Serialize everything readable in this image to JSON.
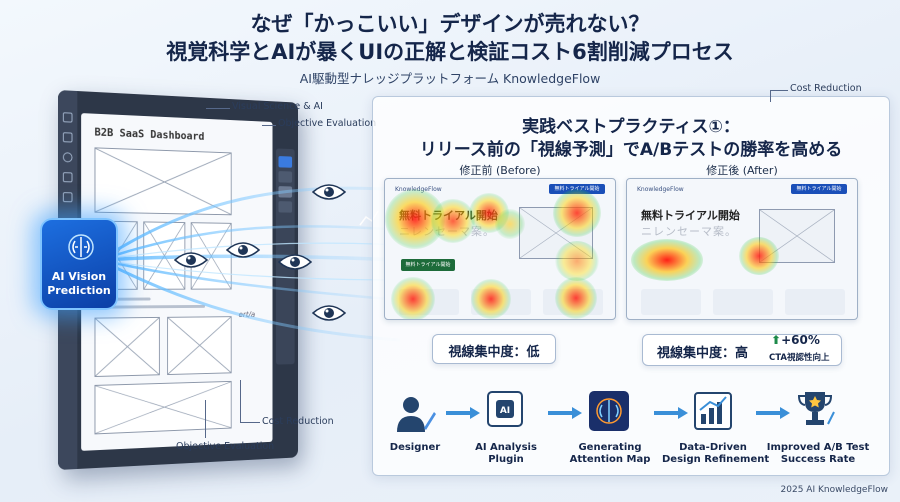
{
  "header": {
    "title_line1": "なぜ「かっこいい」デザインが売れない？",
    "title_line2": "視覚科学とAIが暴くUIの正解と検証コスト6割削減プロセス",
    "subtitle": "AI駆動型ナレッジプラットフォーム KnowledgeFlow"
  },
  "left": {
    "labels": {
      "visual_science": "Visual Science & AI",
      "objective_eval_top": "Objective Evaluation",
      "cost_reduction": "Cost Reduction",
      "objective_eval_bottom": "Objective Evaluation"
    },
    "device": {
      "dashboard_title": "B2B SaaS Dashboard",
      "side_text": "ert/a"
    },
    "chip": {
      "line1": "AI Vision",
      "line2": "Prediction"
    }
  },
  "panel": {
    "corner_label": "Cost Reduction",
    "title_line1": "実践ベストプラクティス①：",
    "title_line2": "リリース前の「視線予測」でA/Bテストの勝率を高める",
    "before": {
      "caption": "修正前 (Before)",
      "brand": "KnowledgeFlow",
      "cta_top": "無料トライアル開始",
      "hero_line1": "無料トライアル開始",
      "hero_line2": "ニレンセーマ案。",
      "cta_btn": "無料トライアル開始",
      "badge": "視線集中度：低"
    },
    "after": {
      "caption": "修正後 (After)",
      "brand": "KnowledgeFlow",
      "cta_top": "無料トライアル開始",
      "hero_line1": "無料トライアル開始",
      "hero_line2": "ニレンセーマ案。",
      "badge": "視線集中度：高",
      "improvement": "+60%",
      "improvement_sub": "CTA視認性向上"
    },
    "flow": [
      {
        "label": "Designer",
        "icon": "designer-icon"
      },
      {
        "label": "AI Analysis\nPlugin",
        "icon": "ai-plugin-icon"
      },
      {
        "label": "Generating\nAttention Map",
        "icon": "brain-icon"
      },
      {
        "label": "Data-Driven\nDesign Refinement",
        "icon": "chart-refine-icon"
      },
      {
        "label": "Improved A/B Test\nSuccess Rate",
        "icon": "trophy-icon"
      }
    ]
  },
  "footer": "2025 AI KnowledgeFlow",
  "colors": {
    "navy": "#15264a",
    "accent_blue": "#1d6fe0",
    "heat_red": "#ff2a1a",
    "cta_green": "#1d6b3a"
  }
}
